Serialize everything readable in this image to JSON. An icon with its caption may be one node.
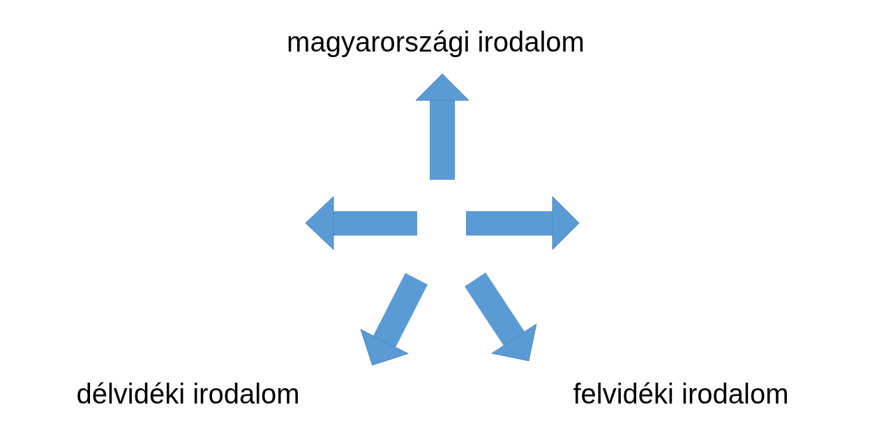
{
  "diagram": {
    "nodes": [
      {
        "text": [
          "magyarországi irodalom"
        ]
      },
      {
        "text": [
          "délvidéki irodalom"
        ]
      },
      {
        "text": [
          "felvidéki irodalom"
        ]
      }
    ],
    "edges": [
      {
        "from": null,
        "to": 0,
        "arrow": "to"
      },
      {
        "from": null,
        "to": 1,
        "arrow": "to"
      },
      {
        "from": null,
        "to": 2,
        "arrow": "to"
      }
    ]
  }
}
